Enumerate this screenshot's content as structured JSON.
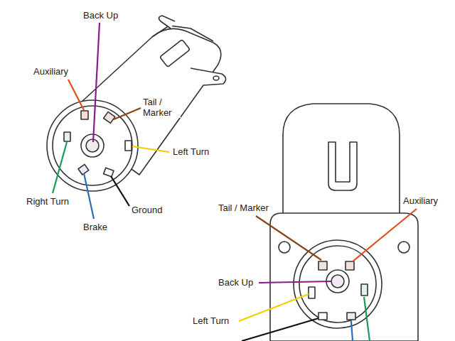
{
  "diagram": {
    "labels": [
      "Back Up",
      "Auxiliary",
      "Tail / Marker",
      "Left Turn",
      "Right Turn",
      "Brake",
      "Ground",
      "Tail / Marker",
      "Auxiliary",
      "Back Up",
      "Left Turn"
    ]
  }
}
